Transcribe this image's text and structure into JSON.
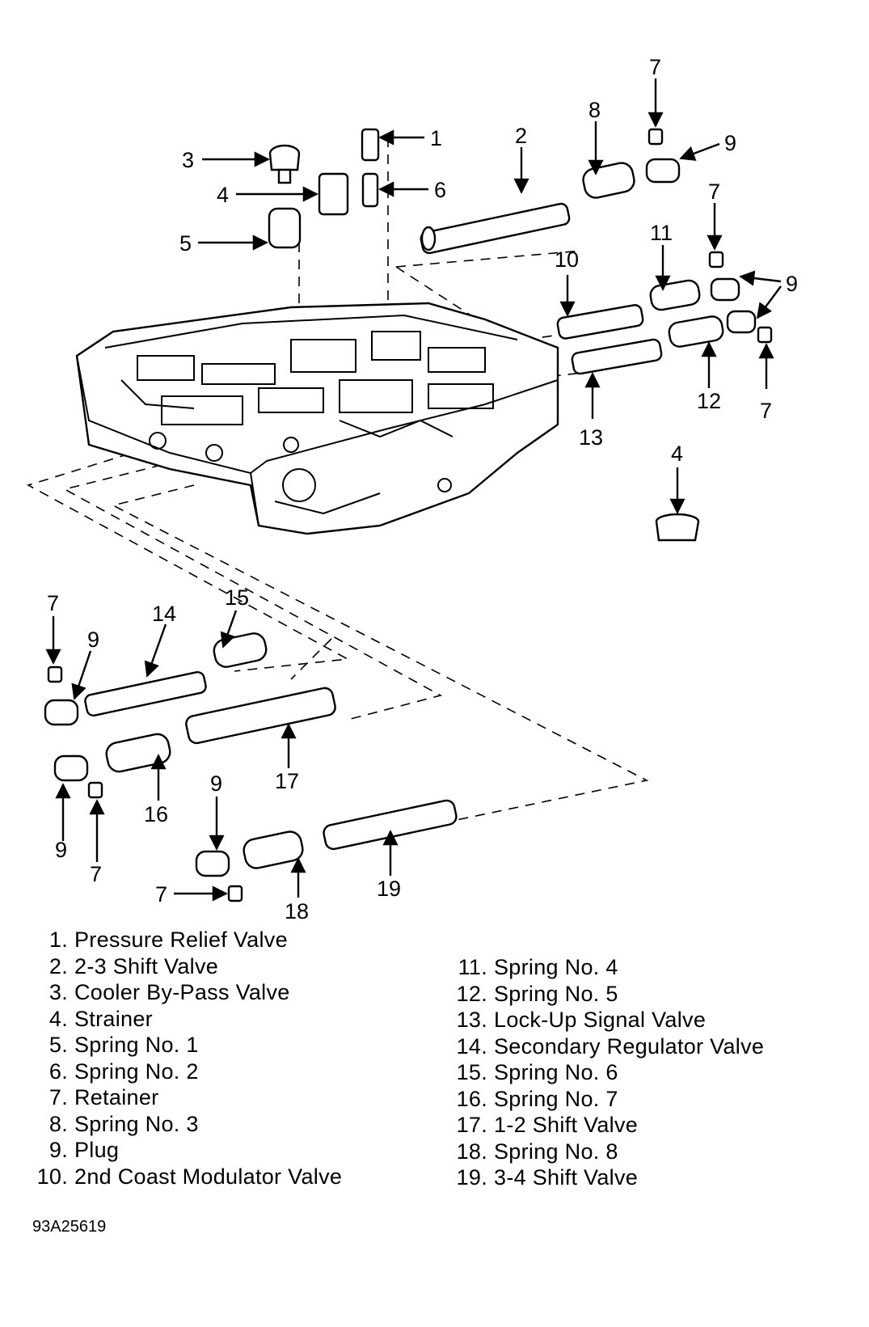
{
  "diagram": {
    "callouts": {
      "c1": "1",
      "c2": "2",
      "c3": "3",
      "c4a": "4",
      "c4b": "4",
      "c5": "5",
      "c6": "6",
      "c7a": "7",
      "c7b": "7",
      "c7c": "7",
      "c7d": "7",
      "c7e": "7",
      "c7f": "7",
      "c8": "8",
      "c9a": "9",
      "c9b": "9",
      "c9c": "9",
      "c9d": "9",
      "c9e": "9",
      "c10": "10",
      "c11": "11",
      "c12": "12",
      "c13": "13",
      "c14": "14",
      "c15": "15",
      "c16": "16",
      "c17": "17",
      "c18": "18",
      "c19": "19"
    }
  },
  "legend": {
    "left": [
      {
        "num": "1.",
        "label": "Pressure Relief Valve"
      },
      {
        "num": "2.",
        "label": "2-3 Shift Valve"
      },
      {
        "num": "3.",
        "label": "Cooler By-Pass Valve"
      },
      {
        "num": "4.",
        "label": "Strainer"
      },
      {
        "num": "5.",
        "label": "Spring No. 1"
      },
      {
        "num": "6.",
        "label": "Spring No. 2"
      },
      {
        "num": "7.",
        "label": "Retainer"
      },
      {
        "num": "8.",
        "label": "Spring No. 3"
      },
      {
        "num": "9.",
        "label": "Plug"
      },
      {
        "num": "10.",
        "label": "2nd Coast Modulator Valve"
      }
    ],
    "right": [
      {
        "num": "11.",
        "label": "Spring No. 4"
      },
      {
        "num": "12.",
        "label": "Spring No. 5"
      },
      {
        "num": "13.",
        "label": "Lock-Up Signal Valve"
      },
      {
        "num": "14.",
        "label": "Secondary Regulator Valve"
      },
      {
        "num": "15.",
        "label": "Spring No. 6"
      },
      {
        "num": "16.",
        "label": "Spring No. 7"
      },
      {
        "num": "17.",
        "label": "1-2 Shift Valve"
      },
      {
        "num": "18.",
        "label": "Spring No. 8"
      },
      {
        "num": "19.",
        "label": "3-4 Shift Valve"
      }
    ]
  },
  "figure_code": "93A25619"
}
